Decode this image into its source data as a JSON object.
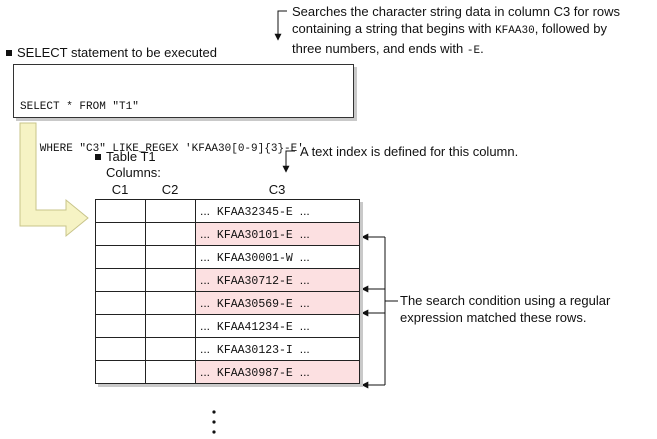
{
  "top_note": {
    "line1": "Searches the character string data in column C3 for rows",
    "line2_prefix": "containing a string that begins with ",
    "line2_code": "KFAA30",
    "line2_suffix": ", followed by",
    "line3_prefix": "three numbers, and ends with ",
    "line3_code": "-E",
    "line3_suffix": "."
  },
  "statement_heading": "SELECT statement to be executed",
  "sql": {
    "line1": "SELECT * FROM \"T1\"",
    "line2": "   WHERE \"C3\" LIKE_REGEX 'KFAA30[0-9]{3}-E'"
  },
  "table_heading": "Table T1",
  "columns_label": "Columns:",
  "columns": [
    "C1",
    "C2",
    "C3"
  ],
  "index_note": "A text index is defined for this column.",
  "ellipsis": "...",
  "rows": [
    {
      "value": "KFAA32345-E",
      "match": false
    },
    {
      "value": "KFAA30101-E",
      "match": true
    },
    {
      "value": "KFAA30001-W",
      "match": false
    },
    {
      "value": "KFAA30712-E",
      "match": true
    },
    {
      "value": "KFAA30569-E",
      "match": true
    },
    {
      "value": "KFAA41234-E",
      "match": false
    },
    {
      "value": "KFAA30123-I",
      "match": false
    },
    {
      "value": "KFAA30987-E",
      "match": true
    }
  ],
  "match_note": {
    "line1": "The search condition using a regular",
    "line2": "expression matched these rows."
  },
  "colors": {
    "match_fill": "#fce0e1",
    "flow_arrow_fill": "#f6f3c4",
    "flow_arrow_stroke": "#c8c48a"
  }
}
